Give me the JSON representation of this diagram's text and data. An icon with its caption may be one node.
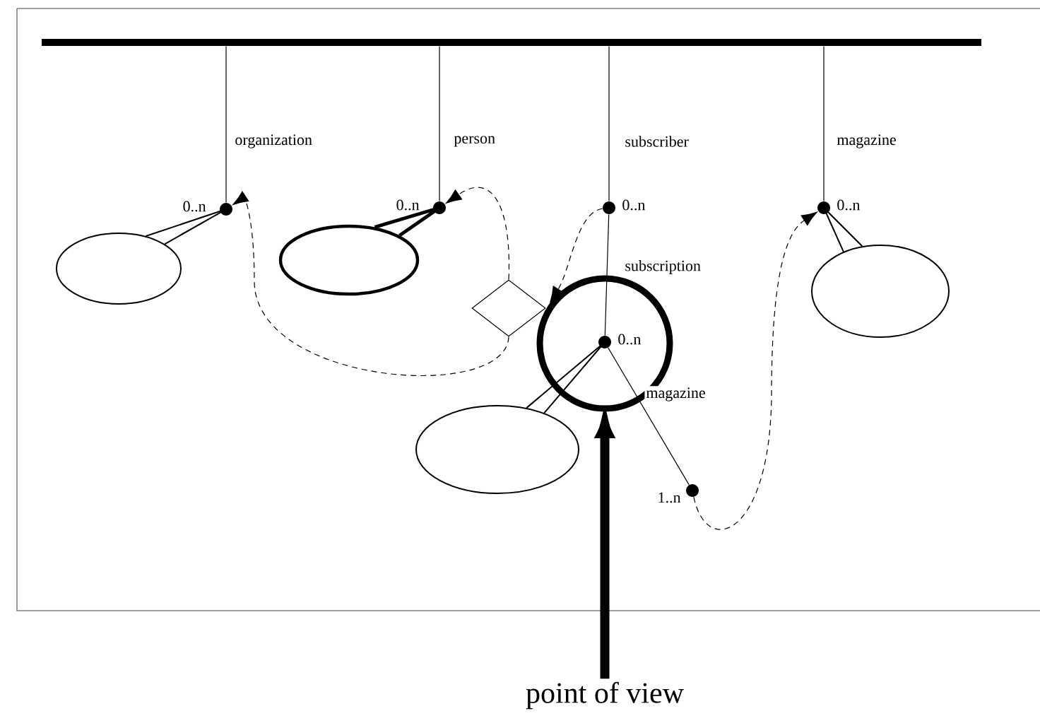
{
  "diagram": {
    "nodes": [
      {
        "text": [],
        "shape": "bar"
      },
      {
        "text": [],
        "shape": "circle",
        "beside": [
          "0..n"
        ]
      },
      {
        "text": [],
        "shape": "circle",
        "beside": [
          "0..n"
        ]
      },
      {
        "text": [],
        "shape": "circle",
        "beside": [
          "0..n"
        ]
      },
      {
        "text": [],
        "shape": "circle",
        "beside": [
          "0..n"
        ]
      },
      {
        "text": [],
        "shape": "diamond"
      },
      {
        "text": [],
        "shape": "ring"
      },
      {
        "text": [],
        "shape": "circle",
        "beside": [
          "0..n"
        ],
        "in": 6
      },
      {
        "text": [],
        "shape": "circle",
        "beside": [
          "1..n"
        ]
      },
      {
        "text": [],
        "shape": "ellipse"
      },
      {
        "text": [],
        "shape": "ellipse"
      },
      {
        "text": [],
        "shape": "ellipse"
      },
      {
        "text": [],
        "shape": "ellipse"
      },
      {
        "text": [
          "point of view"
        ]
      }
    ],
    "edges": [
      {
        "from": 0,
        "to": 1,
        "arrow": "none",
        "label": "organization"
      },
      {
        "from": 0,
        "to": 2,
        "arrow": "none",
        "label": "person"
      },
      {
        "from": 0,
        "to": 3,
        "arrow": "none",
        "label": "subscriber"
      },
      {
        "from": 0,
        "to": 4,
        "arrow": "none",
        "label": "magazine"
      },
      {
        "from": 3,
        "to": 7,
        "arrow": "none",
        "label": "subscription"
      },
      {
        "from": 7,
        "to": 8,
        "arrow": "none",
        "label": "magazine"
      },
      {
        "from": 1,
        "to": 9,
        "arrow": "none"
      },
      {
        "from": 2,
        "to": 10,
        "arrow": "none",
        "style": "thick"
      },
      {
        "from": 7,
        "to": 11,
        "arrow": "none"
      },
      {
        "from": 4,
        "to": 12,
        "arrow": "none"
      },
      {
        "from": 5,
        "to": 1,
        "arrow": "to",
        "style": "dashed"
      },
      {
        "from": 5,
        "to": 2,
        "arrow": "to",
        "style": "dashed"
      },
      {
        "from": 3,
        "to": 6,
        "arrow": "to",
        "style": "dashed"
      },
      {
        "from": 8,
        "to": 4,
        "arrow": "to",
        "style": "dashed"
      },
      {
        "from": 13,
        "to": 6,
        "arrow": "to",
        "style": "thick"
      }
    ]
  }
}
